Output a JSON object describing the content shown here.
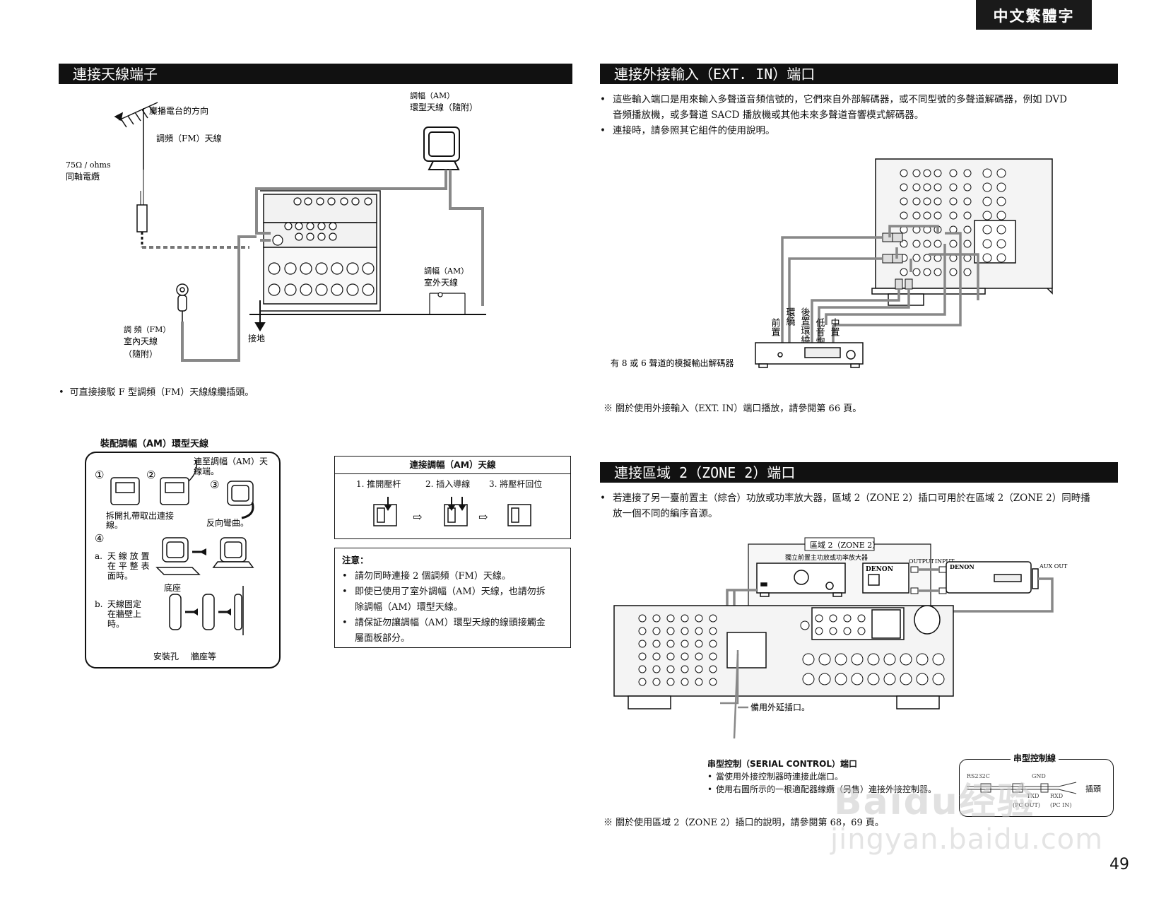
{
  "header": {
    "language_tab": "中文繁體字"
  },
  "antenna": {
    "title": "連接天線端子",
    "labels": {
      "direction": "廣播電台的方向",
      "fm_antenna": "調頻（FM）天線",
      "coax_1": "75Ω / ohms",
      "coax_2": "同軸電纜",
      "am_loop_1": "調幅（AM）",
      "am_loop_2": "環型天線（隨附）",
      "am_outdoor_1": "調幅（AM）",
      "am_outdoor_2": "室外天線",
      "fm_indoor_1": "調 頻（FM）",
      "fm_indoor_2": "室內天線",
      "fm_indoor_3": "（隨附）",
      "ground": "接地"
    },
    "note": "可直接接駁 F 型調頻（FM）天線線纜插頭。"
  },
  "am_assembly": {
    "title": "裝配調幅（AM）環型天線",
    "connect_to_1": "連至調幅（AM）天",
    "connect_to_2": "線端。",
    "step1": "①",
    "step2": "②",
    "step3": "③",
    "step4": "④",
    "remove_tie_1": "拆開扎帶取出連接",
    "remove_tie_2": "線。",
    "bend_back": "反向彎曲。",
    "a_label": "a.",
    "a_text_1": "天 線 放 置",
    "a_text_2": "在 平 整 表",
    "a_text_3": "面時。",
    "base": "底座",
    "b_label": "b.",
    "b_text_1": "天線固定",
    "b_text_2": "在牆壁上",
    "b_text_3": "時。",
    "mount_hole": "安裝孔",
    "wall_etc": "牆座等"
  },
  "am_connect": {
    "title": "連接調幅（AM）天線",
    "step1": "1. 推開壓杆",
    "step2": "2. 插入導線",
    "step3": "3. 將壓杆回位",
    "arrow": "⇨"
  },
  "caution": {
    "title": "注意：",
    "items": [
      "請勿同時連接 2 個調頻（FM）天線。",
      "即使已使用了室外調幅（AM）天線，也請勿拆",
      "除調幅（AM）環型天線。",
      "請保証勿讓調幅（AM）環型天線的線頭接觸金",
      "屬面板部分。"
    ]
  },
  "ext_in": {
    "title": "連接外接輸入（EXT. IN）端口",
    "bullets": [
      "這些輸入端口是用來輸入多聲道音頻信號的，它們來自外部解碼器，或不同型號的多聲道解碼器，例如 DVD",
      "音頻播放機，或多聲道 SACD 播放機或其他未來多聲道音響模式解碼器。",
      "連接時，請參照其它組件的使用說明。"
    ],
    "decoder_label": "有 8 或 6 聲道的模擬輸出解碼器",
    "channels": [
      "前置",
      "環繞",
      "後置環繞",
      "低音炮",
      "中置"
    ],
    "reference": "※ 關於使用外接輸入（EXT. IN）端口播放，請參閱第 66 頁。"
  },
  "zone2": {
    "title": "連接區域 2（ZONE 2）端口",
    "bullets": [
      "若連接了另一臺前置主（綜合）功放或功率放大器，區域 2（ZONE 2）插口可用於在區域 2（ZONE 2）同時播",
      "放一個不同的編序音源。"
    ],
    "zone_box_title": "區域 2（ZONE 2）",
    "zone_box_sub": "獨立前置主功放或功率放大器",
    "output": "OUTPUT",
    "input": "INPUT",
    "brand": "DENON",
    "aux_out": "AUX OUT",
    "spare_port": "備用外延插口。",
    "serial_title": "串型控制（SERIAL CONTROL）端口",
    "serial_items": [
      "當使用外接控制器時連接此端口。",
      "使用右圖所示的一根適配器線纜（另售）連接外接控制器。"
    ],
    "cable_title": "串型控制線",
    "cable_labels": {
      "rs232c": "RS232C",
      "gnd": "GND",
      "txd": "TXD",
      "rxd": "RXD",
      "pc_out": "(PC OUT)",
      "pc_in": "(PC IN)",
      "plug": "插頭"
    },
    "reference": "※ 關於使用區域 2（ZONE 2）插口的說明，請參閱第 68，69 頁。"
  },
  "page_number": "49",
  "watermark": {
    "line1": "Baidu经验",
    "line2": "jingyan.baidu.com"
  }
}
